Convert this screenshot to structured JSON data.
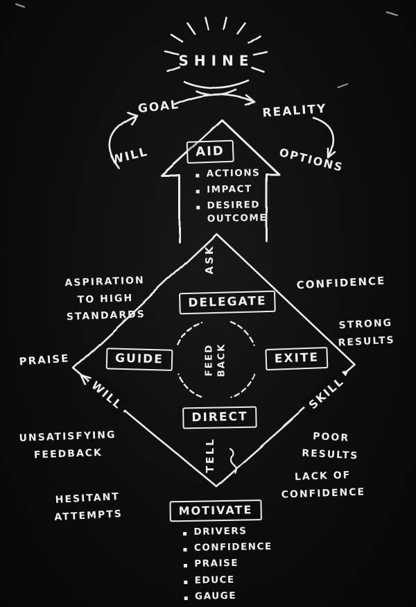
{
  "palette": {
    "background": "#0d0d0d",
    "ink": "#f0f0f0"
  },
  "sun": {
    "label": "SHINE"
  },
  "grow_cycle": {
    "goal": "GOAL",
    "reality": "REALITY",
    "will": "WILL",
    "options": "OPTIONS"
  },
  "aid": {
    "title": "AID",
    "bullets": [
      "ACTIONS",
      "IMPACT",
      "DESIRED\nOUTCOME"
    ]
  },
  "diamond": {
    "top_word": "ASK",
    "bottom_word": "TELL",
    "center_word": "FEED\nBACK",
    "north_box": "DELEGATE",
    "west_box": "GUIDE",
    "east_box": "EXITE",
    "south_box": "DIRECT"
  },
  "axes": {
    "will": "WILL",
    "skill": "SKILL"
  },
  "annotations": {
    "aspiration": "ASPIRATION\nTO HIGH\nSTANDARDS",
    "praise": "PRAISE",
    "unsatisfying_feedback": "UNSATISFYING\nFEEDBACK",
    "hesitant_attempts": "HESITANT\nATTEMPTS",
    "confidence": "CONFIDENCE",
    "strong_results": "STRONG\nRESULTS",
    "poor_results": "POOR\nRESULTS",
    "lack_of_confidence": "LACK OF\nCONFIDENCE"
  },
  "motivate": {
    "title": "MOTIVATE",
    "bullets": [
      "DRIVERS",
      "CONFIDENCE",
      "PRAISE",
      "EDUCE",
      "GAUGE"
    ]
  }
}
